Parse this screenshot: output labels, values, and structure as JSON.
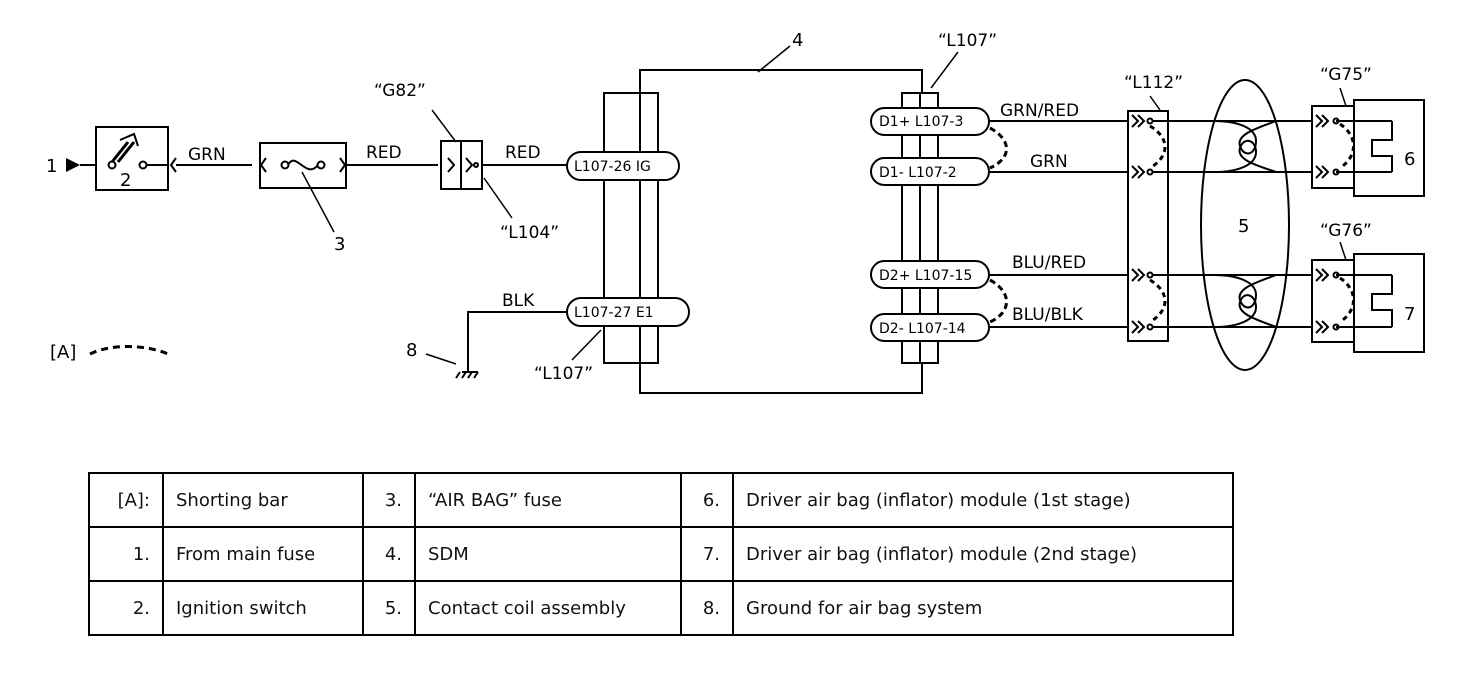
{
  "diagram": {
    "callouts": [
      "1",
      "2",
      "3",
      "4",
      "5",
      "6",
      "7",
      "8"
    ],
    "legend_marker": "[A]",
    "connectors": {
      "g82": "“G82”",
      "l104": "“L104”",
      "l107_top": "“L107”",
      "l107_bottom": "“L107”",
      "l112": "“L112”",
      "g75": "“G75”",
      "g76": "“G76”"
    },
    "wires": {
      "grn_left": "GRN",
      "red_1": "RED",
      "red_2": "RED",
      "blk": "BLK",
      "grn_red": "GRN/RED",
      "grn_right": "GRN",
      "blu_red": "BLU/RED",
      "blu_blk": "BLU/BLK"
    },
    "terminals": {
      "ig": "L107-26  IG",
      "e1": "L107-27  E1",
      "d1p": "D1+ L107-3",
      "d1m": "D1-  L107-2",
      "d2p": "D2+ L107-15",
      "d2m": "D2-  L107-14"
    }
  },
  "legend": {
    "rows": [
      [
        {
          "key": "[A]:",
          "desc": "Shorting bar"
        },
        {
          "key": "3.",
          "desc": "“AIR BAG” fuse"
        },
        {
          "key": "6.",
          "desc": "Driver air bag (inflator) module (1st stage)"
        }
      ],
      [
        {
          "key": "1.",
          "desc": "From main fuse"
        },
        {
          "key": "4.",
          "desc": "SDM"
        },
        {
          "key": "7.",
          "desc": "Driver air bag (inflator) module (2nd stage)"
        }
      ],
      [
        {
          "key": "2.",
          "desc": "Ignition switch"
        },
        {
          "key": "5.",
          "desc": "Contact coil assembly"
        },
        {
          "key": "8.",
          "desc": "Ground for air bag system"
        }
      ]
    ]
  }
}
